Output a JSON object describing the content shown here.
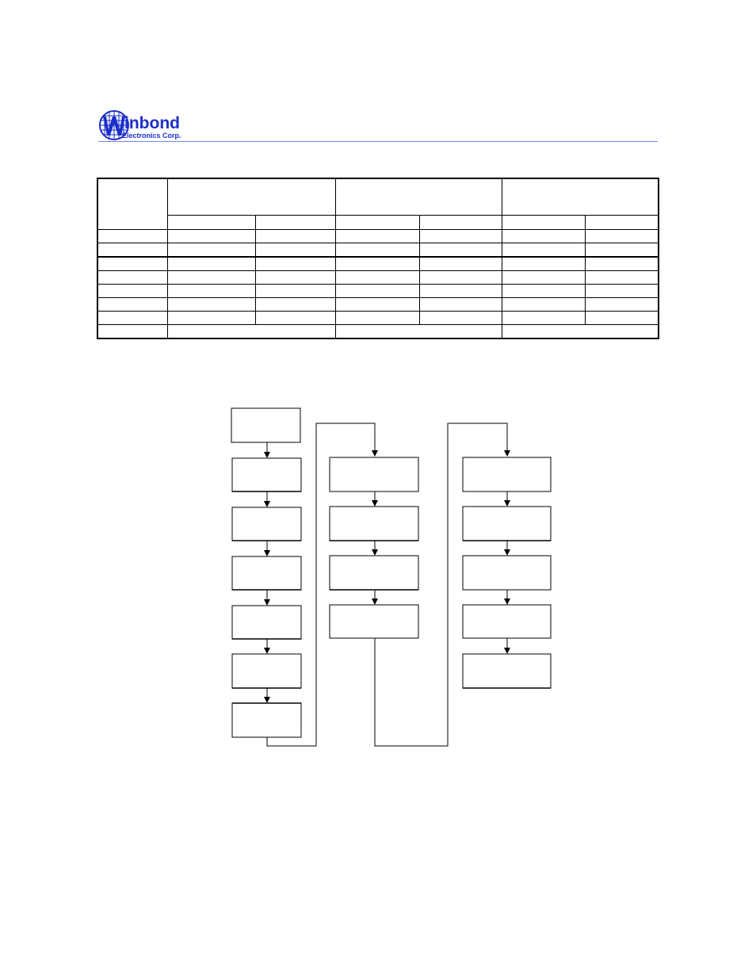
{
  "header": {
    "brand": "inbond",
    "brand_sub": "Electronics Corp.",
    "logo_icon": "winbond-globe-logo",
    "brand_color": "#1c2ec9",
    "rule_color": "#6f86e6"
  },
  "table": {
    "rows": 8,
    "group_columns": 3,
    "sub_columns_per_group": 2
  },
  "flowchart": {
    "columns": [
      {
        "steps": 7
      },
      {
        "steps": 4
      },
      {
        "steps": 5
      }
    ]
  }
}
